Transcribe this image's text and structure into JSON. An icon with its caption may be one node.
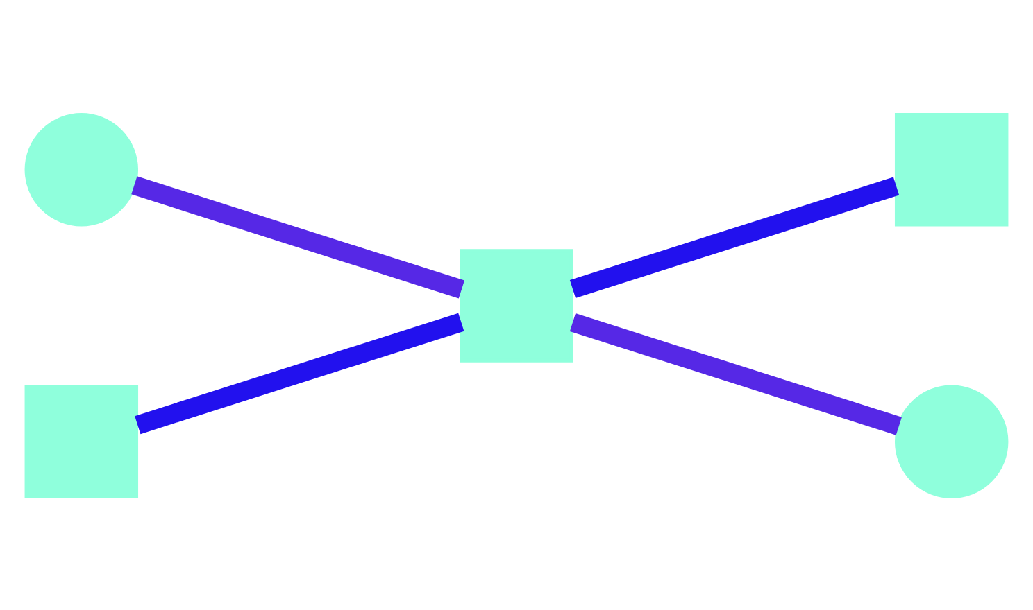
{
  "diagram": {
    "nodes": [
      {
        "text": [],
        "shape": "box"
      },
      {
        "text": [],
        "shape": "circle"
      },
      {
        "text": [],
        "shape": "box"
      },
      {
        "text": [],
        "shape": "circle"
      },
      {
        "text": [],
        "shape": "box"
      }
    ],
    "edges": [
      {
        "from": 1,
        "to": 2,
        "arrow": "none",
        "color": "#5628e6"
      },
      {
        "from": 2,
        "to": 3,
        "arrow": "none",
        "color": "#5628e6"
      },
      {
        "from": 4,
        "to": 2,
        "arrow": "none",
        "color": "#2211ee"
      },
      {
        "from": 2,
        "to": 0,
        "arrow": "none",
        "color": "#2211ee"
      }
    ]
  }
}
